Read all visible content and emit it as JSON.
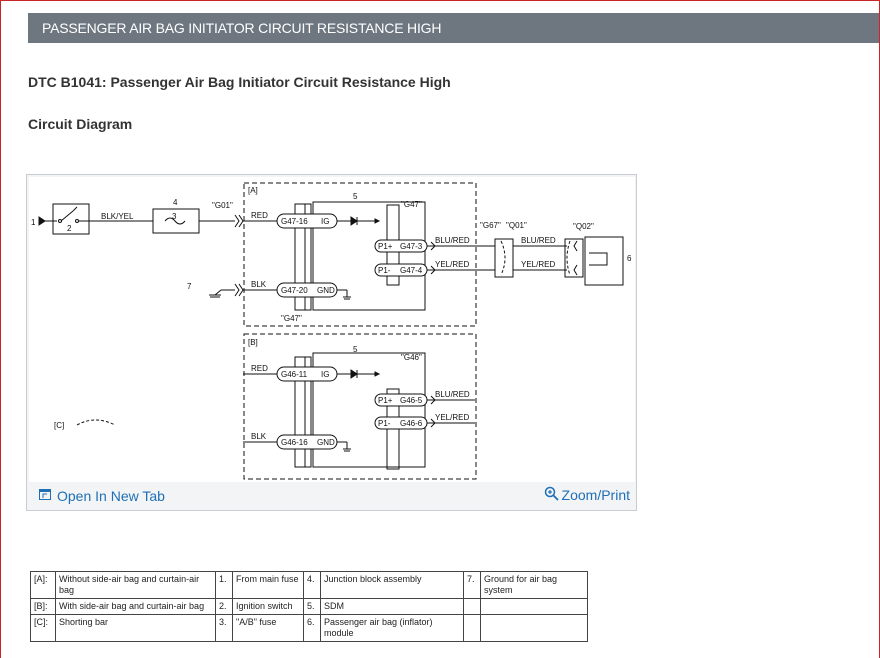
{
  "header": {
    "title": "PASSENGER AIR BAG INITIATOR CIRCUIT RESISTANCE HIGH"
  },
  "content": {
    "dtc_heading": "DTC B1041: Passenger Air Bag Initiator Circuit Resistance High",
    "circuit_heading": "Circuit Diagram"
  },
  "diagram": {
    "labels": {
      "a": "[A]",
      "b": "[B]",
      "c": "[C]",
      "n1": "1",
      "n2": "2",
      "n3": "3",
      "n4": "4",
      "n5": "5",
      "n5b": "5",
      "n6": "6",
      "n7": "7",
      "g01": "\"G01\"",
      "g47": "\"G47\"",
      "g47b": "\"G47\"",
      "g46": "\"G46\"",
      "g67": "\"G67\"",
      "q01": "\"Q01\"",
      "q02": "\"Q02\"",
      "blk_yel": "BLK/YEL",
      "red": "RED",
      "red_b": "RED",
      "blk": "BLK",
      "blk_b": "BLK",
      "blu_red_1": "BLU/RED",
      "yel_red_1": "YEL/RED",
      "blu_red_2": "BLU/RED",
      "yel_red_2": "YEL/RED",
      "blu_red_b": "BLU/RED",
      "yel_red_b": "YEL/RED",
      "g47_16": "G47-16",
      "ig": "IG",
      "g47_20": "G47-20",
      "gnd": "GND",
      "g46_11": "G46-11",
      "ig_b": "IG",
      "g46_16": "G46-16",
      "gnd_b": "GND",
      "p1p": "P1+",
      "g47_3": "G47-3",
      "p1m": "P1-",
      "g47_4": "G47-4",
      "p1p_b": "P1+",
      "g46_5": "G46-5",
      "p1m_b": "P1-",
      "g46_6": "G46-6"
    },
    "open_tab_label": "Open In New Tab",
    "zoom_label": "Zoom/Print"
  },
  "legend": {
    "rows": [
      {
        "k1": "[A]:",
        "v1": "Without side-air bag and curtain-air bag",
        "k2": "1.",
        "v2": "From main fuse",
        "k3": "4.",
        "v3": "Junction block assembly",
        "k4": "7.",
        "v4": "Ground for air bag system"
      },
      {
        "k1": "[B]:",
        "v1": "With side-air bag and curtain-air bag",
        "k2": "2.",
        "v2": "Ignition switch",
        "k3": "5.",
        "v3": "SDM",
        "k4": "",
        "v4": ""
      },
      {
        "k1": "[C]:",
        "v1": "Shorting bar",
        "k2": "3.",
        "v2": "\"A/B\" fuse",
        "k3": "6.",
        "v3": "Passenger air bag (inflator) module",
        "k4": "",
        "v4": ""
      }
    ]
  },
  "colors": {
    "title_bar": "#6e7780",
    "link": "#1f6fb5",
    "border_accent": "#c8262b"
  }
}
